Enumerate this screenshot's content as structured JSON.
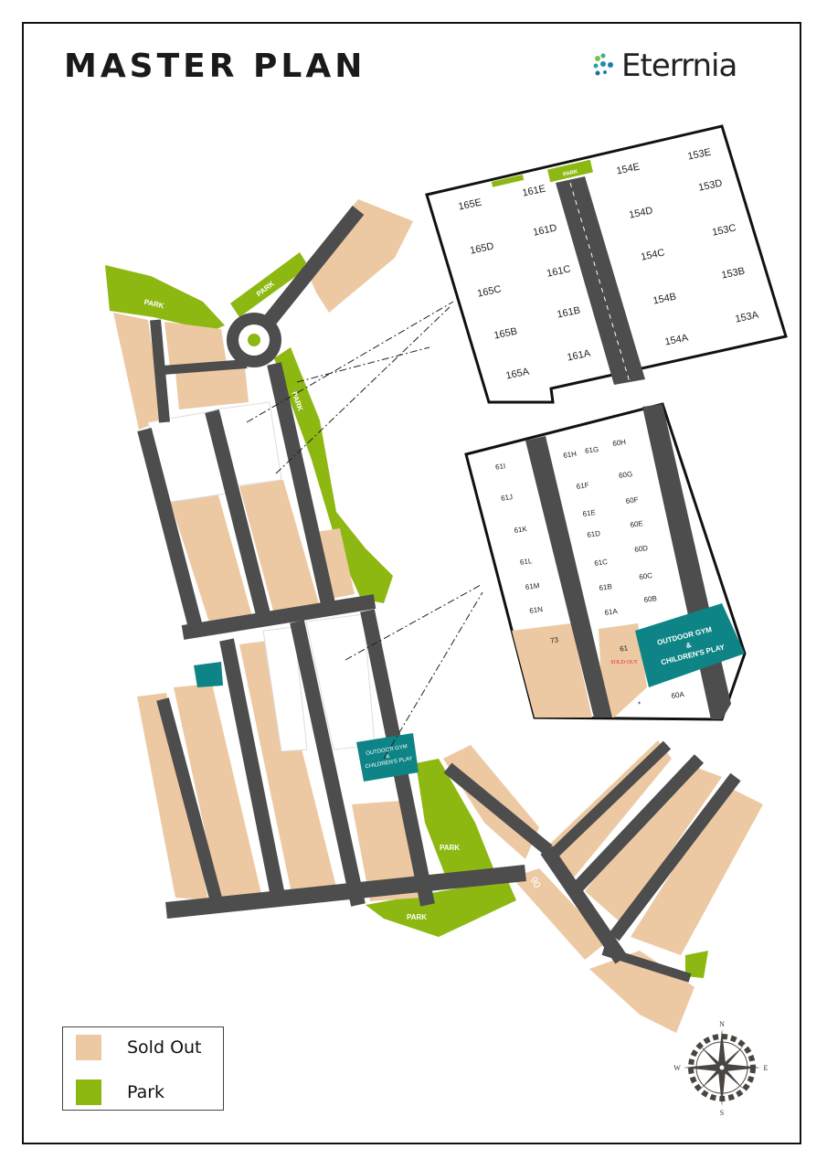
{
  "header": {
    "title": "MASTER PLAN",
    "logo_text": "Eterrnia"
  },
  "colors": {
    "sold_out": "#ecc9a2",
    "park": "#8cb811",
    "road": "#4d4d4d",
    "amenity": "#0f8486",
    "reserved_marker": "#e8252a"
  },
  "legend": [
    {
      "label": "Sold Out",
      "color": "#ecc9a2"
    },
    {
      "label": "Park",
      "color": "#8cb811"
    }
  ],
  "main_map": {
    "park_labels": [
      "PARK",
      "PARK",
      "PARK",
      "PARK",
      "PARK"
    ],
    "amenity_label": [
      "OUTDOOR GYM",
      "&",
      "CHILDREN'S PLAY"
    ],
    "road_label": "90"
  },
  "inset_top": {
    "park_label": "PARK",
    "plots": [
      "165E",
      "161E",
      "154E",
      "153E",
      "165D",
      "161D",
      "154D",
      "153D",
      "165C",
      "161C",
      "154C",
      "153C",
      "165B",
      "161B",
      "154B",
      "153B",
      "165A",
      "161A",
      "154A",
      "153A"
    ]
  },
  "inset_bottom": {
    "plots": [
      "61I",
      "61J",
      "61K",
      "61L",
      "61M",
      "61N",
      "61H",
      "61G",
      "60H",
      "60G",
      "61F",
      "60F",
      "61E",
      "60E",
      "61D",
      "60D",
      "61C",
      "60C",
      "61B",
      "60B",
      "61A",
      "61",
      "73",
      "60A",
      "*"
    ],
    "sold_out_text": "SOLD OUT",
    "amenity_label": [
      "OUTDOOR GYM",
      "&",
      "CHILDREN'S PLAY"
    ]
  },
  "compass": {
    "n": "N",
    "e": "E",
    "s": "S",
    "w": "W"
  }
}
